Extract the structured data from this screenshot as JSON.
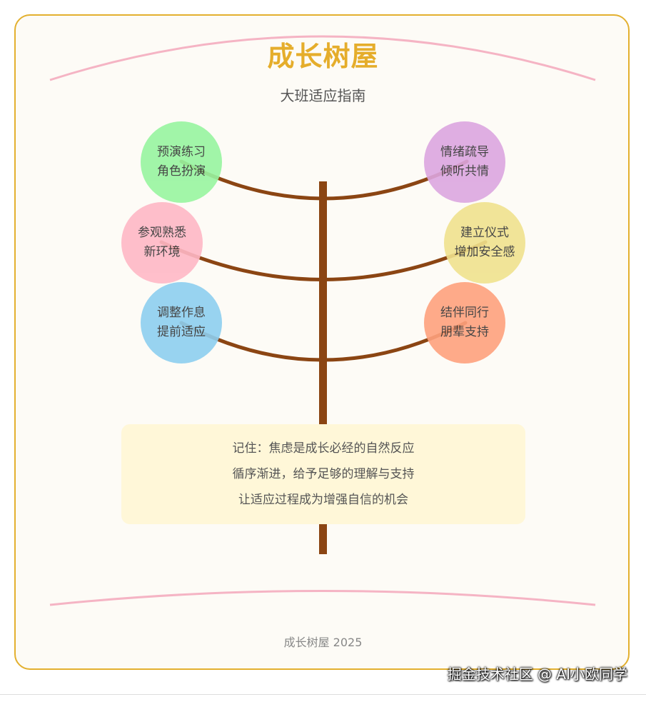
{
  "header": {
    "title": "成长树屋",
    "subtitle": "大班适应指南"
  },
  "branches": [
    {
      "side": "left",
      "line1": "预演练习",
      "line2": "角色扮演",
      "color": "#98f5a0"
    },
    {
      "side": "left",
      "line1": "参观熟悉",
      "line2": "新环境",
      "color": "#ffb8c6"
    },
    {
      "side": "left",
      "line1": "调整作息",
      "line2": "提前适应",
      "color": "#8ecff0"
    },
    {
      "side": "right",
      "line1": "情绪疏导",
      "line2": "倾听共情",
      "color": "#dca6e0"
    },
    {
      "side": "right",
      "line1": "建立仪式",
      "line2": "增加安全感",
      "color": "#f0e28e"
    },
    {
      "side": "right",
      "line1": "结伴同行",
      "line2": "朋辈支持",
      "color": "#ffa27e"
    }
  ],
  "note": {
    "line1": "记住：焦虑是成长必经的自然反应",
    "line2": "循序渐进，给予足够的理解与支持",
    "line3": "让适应过程成为增强自信的机会"
  },
  "footer": {
    "text": "成长树屋 2025"
  },
  "watermark": {
    "text": "掘金技术社区 @ AI小欧同学"
  },
  "colors": {
    "frame": "#e3b02f",
    "title": "#e5ad2b",
    "trunk": "#8b4513",
    "arc": "#f5b4c4",
    "note_bg": "#fff7d8"
  }
}
